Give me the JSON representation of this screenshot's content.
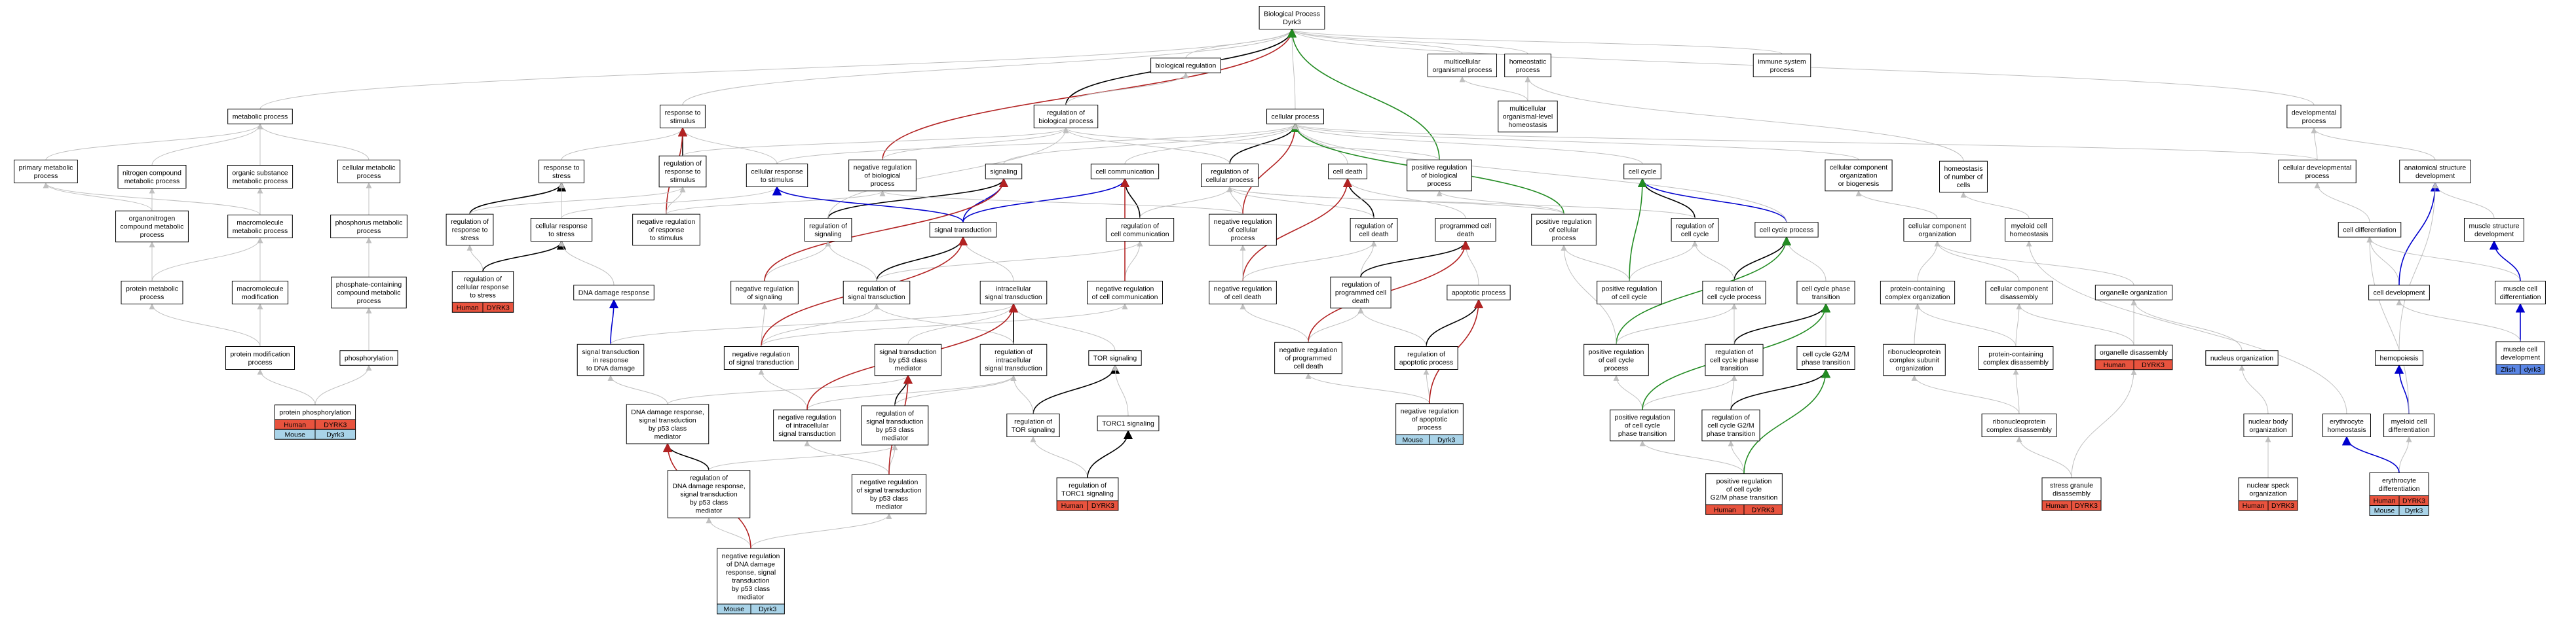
{
  "colors": {
    "is_a": "#c0c0c0",
    "regulates": "#000000",
    "negatively_regulates": "#b22222",
    "positively_regulates": "#228b22",
    "part_of": "#0000cd",
    "human": "#e8533e",
    "mouse": "#a9d3e8",
    "zfish": "#5a86e6"
  },
  "nodes": [
    {
      "id": "bp",
      "lines": [
        "Biological Process",
        "Dyrk3"
      ]
    },
    {
      "id": "bioreg",
      "lines": [
        "biological regulation"
      ]
    },
    {
      "id": "multiorg",
      "lines": [
        "multicellular",
        "organismal process"
      ]
    },
    {
      "id": "homeoproc",
      "lines": [
        "homeostatic",
        "process"
      ]
    },
    {
      "id": "immune",
      "lines": [
        "immune system",
        "process"
      ]
    },
    {
      "id": "multihomeo",
      "lines": [
        "multicellular",
        "organismal-level",
        "homeostasis"
      ]
    },
    {
      "id": "metab",
      "lines": [
        "metabolic process"
      ]
    },
    {
      "id": "resp",
      "lines": [
        "response to",
        "stimulus"
      ]
    },
    {
      "id": "regbp",
      "lines": [
        "regulation of",
        "biological process"
      ]
    },
    {
      "id": "cellproc",
      "lines": [
        "cellular process"
      ]
    },
    {
      "id": "devproc",
      "lines": [
        "developmental",
        "process"
      ]
    },
    {
      "id": "primmet",
      "lines": [
        "primary metabolic",
        "process"
      ]
    },
    {
      "id": "nitro",
      "lines": [
        "nitrogen compound",
        "metabolic process"
      ]
    },
    {
      "id": "orgsub",
      "lines": [
        "organic substance",
        "metabolic process"
      ]
    },
    {
      "id": "cellmet",
      "lines": [
        "cellular metabolic",
        "process"
      ]
    },
    {
      "id": "respstress",
      "lines": [
        "response to",
        "stress"
      ]
    },
    {
      "id": "regresp",
      "lines": [
        "regulation of",
        "response to",
        "stimulus"
      ]
    },
    {
      "id": "cellresp",
      "lines": [
        "cellular response",
        "to stimulus"
      ]
    },
    {
      "id": "negregbp",
      "lines": [
        "negative regulation",
        "of biological",
        "process"
      ]
    },
    {
      "id": "signaling",
      "lines": [
        "signaling"
      ]
    },
    {
      "id": "cellcomm",
      "lines": [
        "cell communication"
      ]
    },
    {
      "id": "regcellproc",
      "lines": [
        "regulation of",
        "cellular process"
      ]
    },
    {
      "id": "celldeath",
      "lines": [
        "cell death"
      ]
    },
    {
      "id": "posregbp",
      "lines": [
        "positive regulation",
        "of biological",
        "process"
      ]
    },
    {
      "id": "cellcycle",
      "lines": [
        "cell cycle"
      ]
    },
    {
      "id": "ccorg",
      "lines": [
        "cellular component",
        "organization",
        "or biogenesis"
      ]
    },
    {
      "id": "homeonum",
      "lines": [
        "homeostasis",
        "of number of",
        "cells"
      ]
    },
    {
      "id": "celldevproc",
      "lines": [
        "cellular developmental",
        "process"
      ]
    },
    {
      "id": "anatdev",
      "lines": [
        "anatomical structure",
        "development"
      ]
    },
    {
      "id": "orgcomp",
      "lines": [
        "organonitrogen",
        "compound metabolic",
        "process"
      ]
    },
    {
      "id": "macromet",
      "lines": [
        "macromolecule",
        "metabolic process"
      ]
    },
    {
      "id": "phosmet",
      "lines": [
        "phosphorus metabolic",
        "process"
      ]
    },
    {
      "id": "regrespstress",
      "lines": [
        "regulation of",
        "response to",
        "stress"
      ]
    },
    {
      "id": "cellrespstress",
      "lines": [
        "cellular response",
        "to stress"
      ]
    },
    {
      "id": "negregresp",
      "lines": [
        "negative regulation",
        "of response",
        "to stimulus"
      ]
    },
    {
      "id": "regsig",
      "lines": [
        "regulation of",
        "signaling"
      ]
    },
    {
      "id": "sigtrans",
      "lines": [
        "signal transduction"
      ]
    },
    {
      "id": "regcellcomm",
      "lines": [
        "regulation of",
        "cell communication"
      ]
    },
    {
      "id": "negregcellproc",
      "lines": [
        "negative regulation",
        "of cellular",
        "process"
      ]
    },
    {
      "id": "regcelldeath",
      "lines": [
        "regulation of",
        "cell death"
      ]
    },
    {
      "id": "pcd",
      "lines": [
        "programmed cell",
        "death"
      ]
    },
    {
      "id": "posregcellproc",
      "lines": [
        "positive regulation",
        "of cellular",
        "process"
      ]
    },
    {
      "id": "regcellcycle",
      "lines": [
        "regulation of",
        "cell cycle"
      ]
    },
    {
      "id": "ccprocess",
      "lines": [
        "cell cycle process"
      ]
    },
    {
      "id": "ccomporg",
      "lines": [
        "cellular component",
        "organization"
      ]
    },
    {
      "id": "myhomeo",
      "lines": [
        "myeloid cell",
        "homeostasis"
      ]
    },
    {
      "id": "celldiff",
      "lines": [
        "cell differentiation"
      ]
    },
    {
      "id": "muscstruct",
      "lines": [
        "muscle structure",
        "development"
      ]
    },
    {
      "id": "protmet",
      "lines": [
        "protein metabolic",
        "process"
      ]
    },
    {
      "id": "macromod",
      "lines": [
        "macromolecule",
        "modification"
      ]
    },
    {
      "id": "phosphcomp",
      "lines": [
        "phosphate-containing",
        "compound metabolic",
        "process"
      ]
    },
    {
      "id": "regcrs",
      "lines": [
        "regulation of",
        "cellular response",
        "to stress"
      ],
      "annot": [
        [
          "Human",
          "DYRK3"
        ]
      ]
    },
    {
      "id": "dnadamage",
      "lines": [
        "DNA damage response"
      ]
    },
    {
      "id": "negregsig",
      "lines": [
        "negative regulation",
        "of signaling"
      ]
    },
    {
      "id": "regsigtrans",
      "lines": [
        "regulation of",
        "signal transduction"
      ]
    },
    {
      "id": "intrasig",
      "lines": [
        "intracellular",
        "signal transduction"
      ]
    },
    {
      "id": "negregcomm",
      "lines": [
        "negative regulation",
        "of cell communication"
      ]
    },
    {
      "id": "negregcelldeath",
      "lines": [
        "negative regulation",
        "of cell death"
      ]
    },
    {
      "id": "regpcd",
      "lines": [
        "regulation of",
        "programmed cell",
        "death"
      ]
    },
    {
      "id": "apoptotic",
      "lines": [
        "apoptotic process"
      ]
    },
    {
      "id": "posregcc",
      "lines": [
        "positive regulation",
        "of cell cycle"
      ]
    },
    {
      "id": "regccproc",
      "lines": [
        "regulation of",
        "cell cycle process"
      ]
    },
    {
      "id": "ccphase",
      "lines": [
        "cell cycle phase",
        "transition"
      ]
    },
    {
      "id": "protcomplex",
      "lines": [
        "protein-containing",
        "complex organization"
      ]
    },
    {
      "id": "ccompdisas",
      "lines": [
        "cellular component",
        "disassembly"
      ]
    },
    {
      "id": "orgorg",
      "lines": [
        "organelle organization"
      ]
    },
    {
      "id": "celldev",
      "lines": [
        "cell development"
      ]
    },
    {
      "id": "musccelldev",
      "lines": [
        "muscle cell",
        "differentiation"
      ]
    },
    {
      "id": "protmod",
      "lines": [
        "protein modification",
        "process"
      ]
    },
    {
      "id": "phosph",
      "lines": [
        "phosphorylation"
      ]
    },
    {
      "id": "sigdna",
      "lines": [
        "signal transduction",
        "in response",
        "to DNA damage"
      ]
    },
    {
      "id": "negregsigtrans",
      "lines": [
        "negative regulation",
        "of signal transduction"
      ]
    },
    {
      "id": "sigp53",
      "lines": [
        "signal transduction",
        "by p53 class",
        "mediator"
      ]
    },
    {
      "id": "regintra",
      "lines": [
        "regulation of",
        "intracellular",
        "signal transduction"
      ]
    },
    {
      "id": "torsig",
      "lines": [
        "TOR signaling"
      ]
    },
    {
      "id": "negregpcd",
      "lines": [
        "negative regulation",
        "of programmed",
        "cell death"
      ]
    },
    {
      "id": "regapop",
      "lines": [
        "regulation of",
        "apoptotic process"
      ]
    },
    {
      "id": "posregccproc",
      "lines": [
        "positive regulation",
        "of cell cycle",
        "process"
      ]
    },
    {
      "id": "regccphase",
      "lines": [
        "regulation of",
        "cell cycle phase",
        "transition"
      ]
    },
    {
      "id": "g2m",
      "lines": [
        "cell cycle G2/M",
        "phase transition"
      ]
    },
    {
      "id": "rnpcomplex",
      "lines": [
        "ribonucleoprotein",
        "complex subunit",
        "organization"
      ]
    },
    {
      "id": "protdisas",
      "lines": [
        "protein-containing",
        "complex disassembly"
      ]
    },
    {
      "id": "orgdisas",
      "lines": [
        "organelle disassembly"
      ],
      "annot": [
        [
          "Human",
          "DYRK3"
        ]
      ]
    },
    {
      "id": "nucorg",
      "lines": [
        "nucleus organization"
      ]
    },
    {
      "id": "hemopoiesis",
      "lines": [
        "hemopoiesis"
      ]
    },
    {
      "id": "musccelldevl",
      "lines": [
        "muscle cell",
        "development"
      ],
      "annot": [
        [
          "Zfish",
          "dyrk3"
        ]
      ]
    },
    {
      "id": "protphos",
      "lines": [
        "protein phosphorylation"
      ],
      "annot": [
        [
          "Human",
          "DYRK3"
        ],
        [
          "Mouse",
          "Dyrk3"
        ]
      ]
    },
    {
      "id": "dnap53",
      "lines": [
        "DNA damage response,",
        "signal transduction",
        "by p53 class",
        "mediator"
      ]
    },
    {
      "id": "negregintra",
      "lines": [
        "negative regulation",
        "of intracellular",
        "signal transduction"
      ]
    },
    {
      "id": "regsigp53",
      "lines": [
        "regulation of",
        "signal transduction",
        "by p53 class",
        "mediator"
      ]
    },
    {
      "id": "regtor",
      "lines": [
        "regulation of",
        "TOR signaling"
      ]
    },
    {
      "id": "torc1",
      "lines": [
        "TORC1 signaling"
      ]
    },
    {
      "id": "negregapop",
      "lines": [
        "negative regulation",
        "of apoptotic",
        "process"
      ],
      "annot": [
        [
          "Mouse",
          "Dyrk3"
        ]
      ]
    },
    {
      "id": "posregccphase",
      "lines": [
        "positive regulation",
        "of cell cycle",
        "phase transition"
      ]
    },
    {
      "id": "regg2m",
      "lines": [
        "regulation of",
        "cell cycle G2/M",
        "phase transition"
      ]
    },
    {
      "id": "rnpdisas",
      "lines": [
        "ribonucleoprotein",
        "complex disassembly"
      ]
    },
    {
      "id": "nucbody",
      "lines": [
        "nuclear body",
        "organization"
      ]
    },
    {
      "id": "erythhomeo",
      "lines": [
        "erythrocyte",
        "homeostasis"
      ]
    },
    {
      "id": "myeloiddiff",
      "lines": [
        "myeloid cell",
        "differentiation"
      ]
    },
    {
      "id": "regdnap53",
      "lines": [
        "regulation of",
        "DNA damage response,",
        "signal transduction",
        "by p53 class",
        "mediator"
      ]
    },
    {
      "id": "negregsigp53",
      "lines": [
        "negative regulation",
        "of signal transduction",
        "by p53 class",
        "mediator"
      ]
    },
    {
      "id": "regtorc1",
      "lines": [
        "regulation of",
        "TORC1 signaling"
      ],
      "annot": [
        [
          "Human",
          "DYRK3"
        ]
      ]
    },
    {
      "id": "posregg2m",
      "lines": [
        "positive regulation",
        "of cell cycle",
        "G2/M phase transition"
      ],
      "annot": [
        [
          "Human",
          "DYRK3"
        ]
      ]
    },
    {
      "id": "stressgran",
      "lines": [
        "stress granule",
        "disassembly"
      ],
      "annot": [
        [
          "Human",
          "DYRK3"
        ]
      ]
    },
    {
      "id": "nucspeck",
      "lines": [
        "nuclear speck",
        "organization"
      ],
      "annot": [
        [
          "Human",
          "DYRK3"
        ]
      ]
    },
    {
      "id": "erythdiff",
      "lines": [
        "erythrocyte",
        "differentiation"
      ],
      "annot": [
        [
          "Human",
          "DYRK3"
        ],
        [
          "Mouse",
          "Dyrk3"
        ]
      ]
    },
    {
      "id": "negregdnap53",
      "lines": [
        "negative regulation",
        "of DNA damage",
        "response, signal",
        "transduction",
        "by p53 class",
        "mediator"
      ],
      "annot": [
        [
          "Mouse",
          "Dyrk3"
        ]
      ]
    }
  ]
}
